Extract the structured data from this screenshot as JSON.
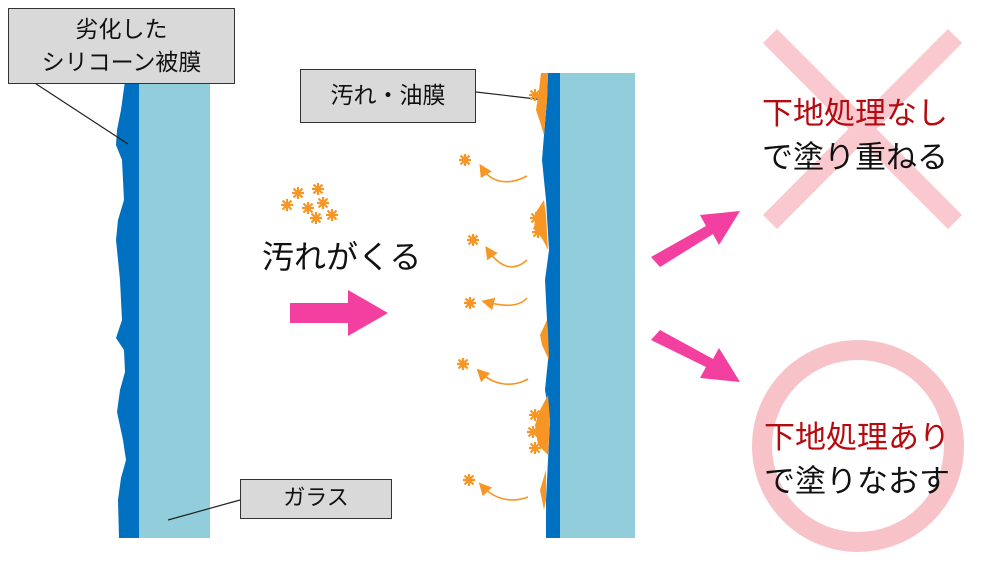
{
  "labels": {
    "degraded_silicone": [
      "劣化した",
      "シリコーン被膜"
    ],
    "dirt_oil_film": "汚れ・油膜",
    "glass": "ガラス"
  },
  "captions": {
    "dirt_arrives": "汚れがくる"
  },
  "outcomes": {
    "without_prep": {
      "line1": "下地処理なし",
      "line2": "で塗り重ねる",
      "mark": "cross-mark"
    },
    "with_prep": {
      "line1": "下地処理あり",
      "line2": "で塗りなおす",
      "mark": "circle-mark"
    }
  },
  "colors": {
    "glass": "#92cddc",
    "silicone": "#0070c0",
    "dirt": "#f79625",
    "arrow": "#f23fa0",
    "cross": "#f9c9cf",
    "circle": "#f7c3c9",
    "accent_text": "#b50a10"
  }
}
